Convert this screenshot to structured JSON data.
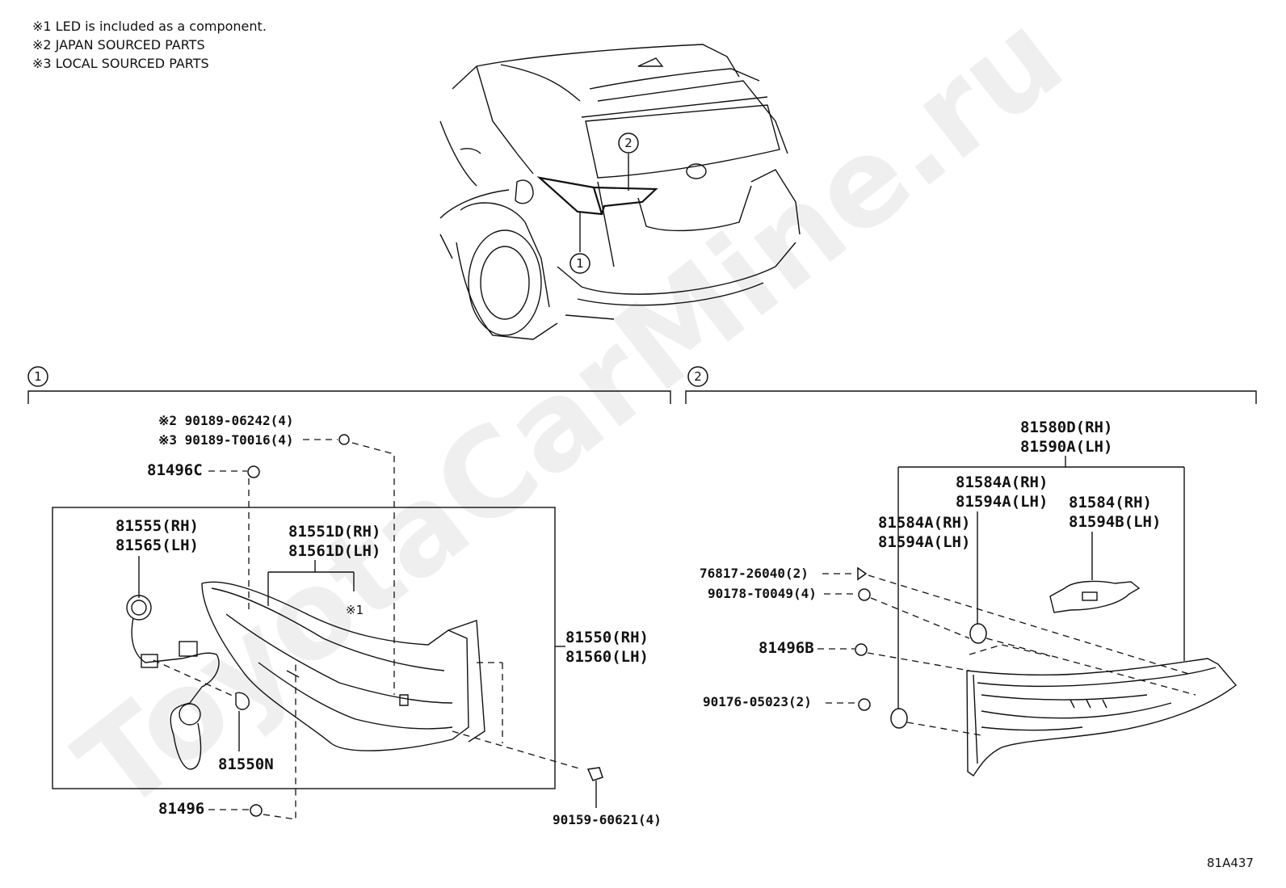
{
  "notes": [
    "※1 LED is included as a component.",
    "※2 JAPAN SOURCED PARTS",
    "※3 LOCAL SOURCED PARTS"
  ],
  "watermark": "ToyotaCarMine.ru",
  "figure_code": "81A437",
  "callouts": {
    "c1": "1",
    "c2": "2"
  },
  "section1": {
    "label": "1",
    "parts": {
      "bolt_jp": "※2 90189-06242(4)",
      "bolt_local": "※3 90189-T0016(4)",
      "p81496C": "81496C",
      "socket_rh": "81555(RH)",
      "socket_lh": "81565(LH)",
      "lens_rh": "81551D(RH)",
      "lens_lh": "81561D(LH)",
      "led_note": "※1",
      "lamp_rh": "81550(RH)",
      "lamp_lh": "81560(LH)",
      "bulb": "81550N",
      "p81496": "81496",
      "screw": "90159-60621(4)"
    }
  },
  "section2": {
    "label": "2",
    "parts": {
      "lamp_rh": "81580D(RH)",
      "lamp_lh": "81590A(LH)",
      "gasket_a_rh": "81584A(RH)",
      "gasket_a_lh": "81594A(LH)",
      "gasket_b_rh": "81584A(RH)",
      "gasket_b_lh": "81594A(LH)",
      "cover_rh": "81584(RH)",
      "cover_lh": "81594B(LH)",
      "clip": "76817-26040(2)",
      "nut": "90178-T0049(4)",
      "p81496B": "81496B",
      "screw": "90176-05023(2)"
    }
  }
}
